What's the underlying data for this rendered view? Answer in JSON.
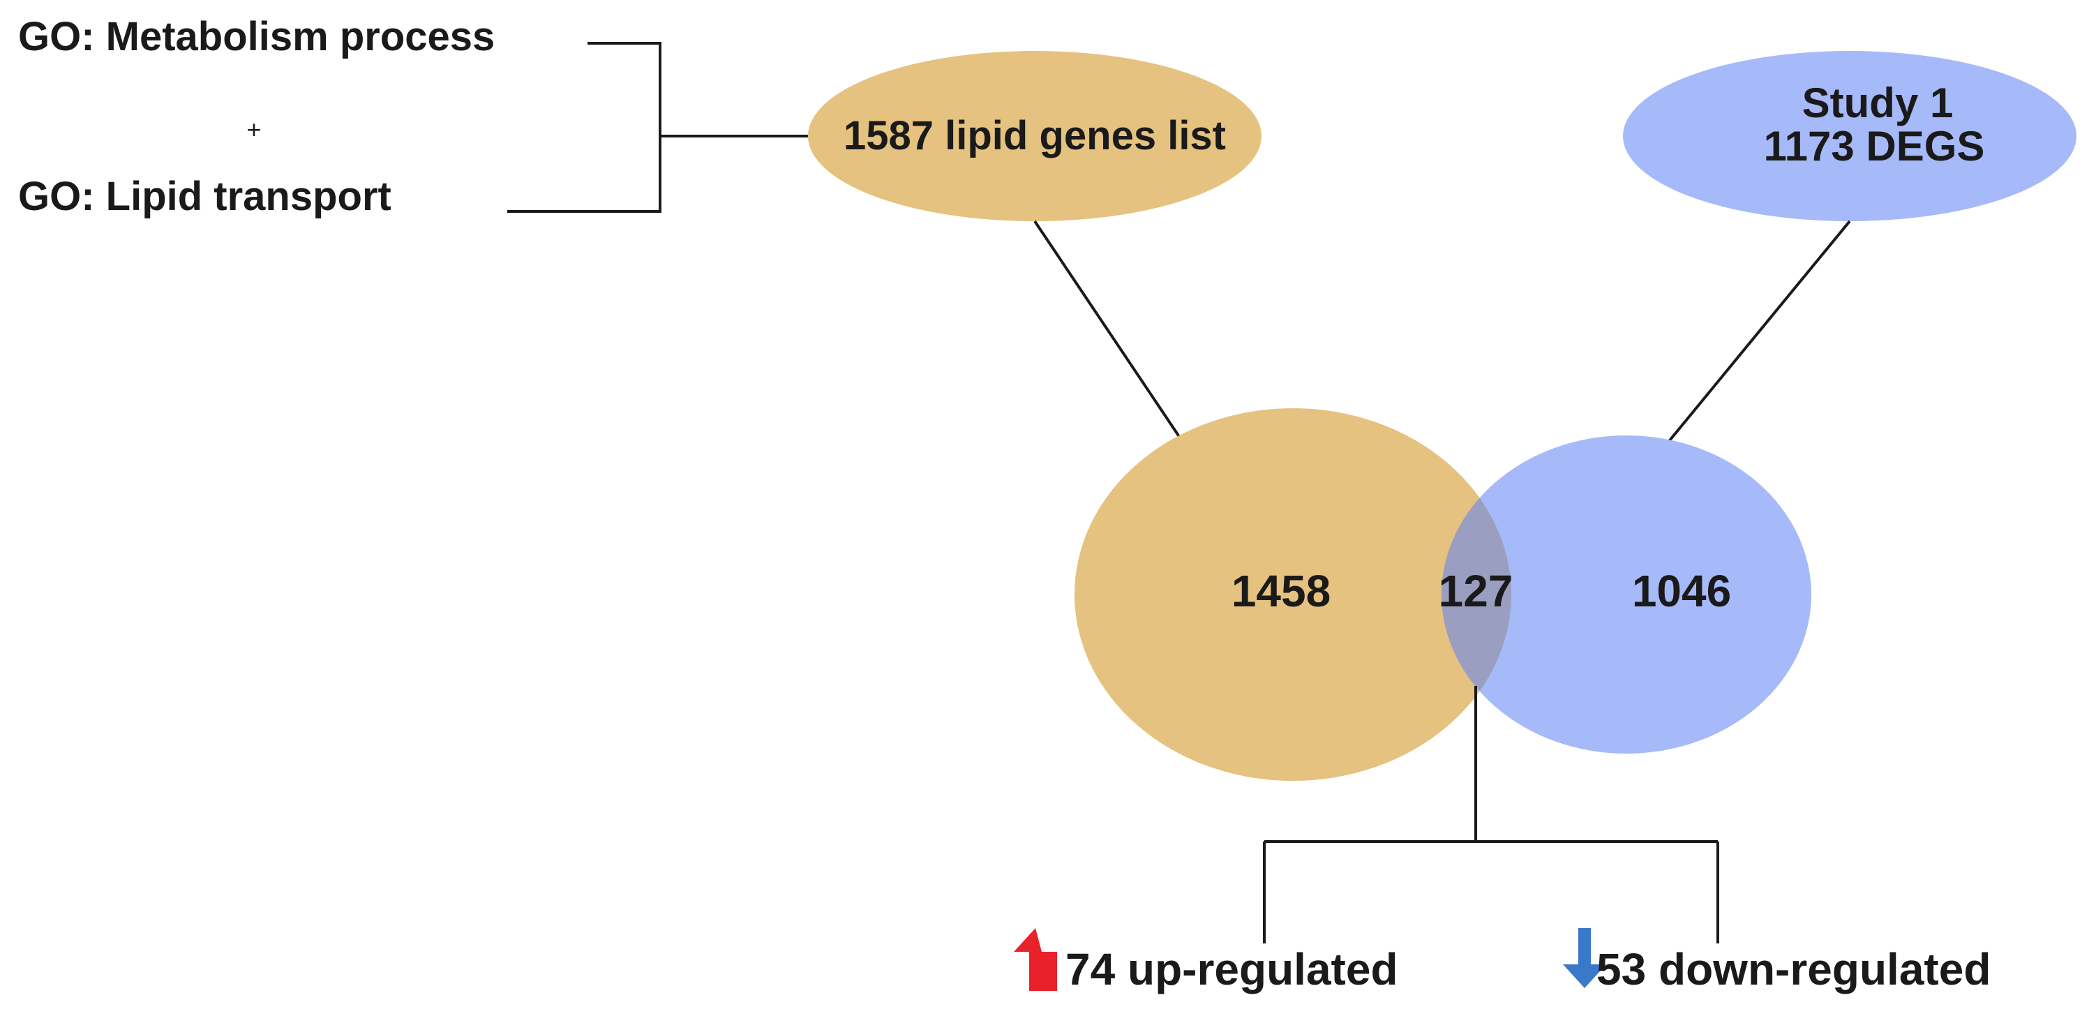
{
  "colors": {
    "gold": "#e5c27f",
    "blue": "#a6baf9",
    "overlap": "#9a9fc1",
    "line": "#1a1a1a",
    "up_arrow": "#e8212a",
    "down_arrow": "#3a78c9"
  },
  "sources": {
    "metabolism": "GO: Metabolism process",
    "plus": "+",
    "lipid_transport": "GO: Lipid transport"
  },
  "lists": {
    "lipid_genes": "1587 lipid genes list",
    "study_line1": "Study 1",
    "study_line2": "1173 DEGS"
  },
  "venn": {
    "left_only": "1458",
    "overlap": "127",
    "right_only": "1046"
  },
  "regulation": {
    "up_arrow_icon": "up-arrow-icon",
    "up_label": "74 up-regulated",
    "down_arrow_icon": "down-arrow-icon",
    "down_label": "53 down-regulated"
  }
}
